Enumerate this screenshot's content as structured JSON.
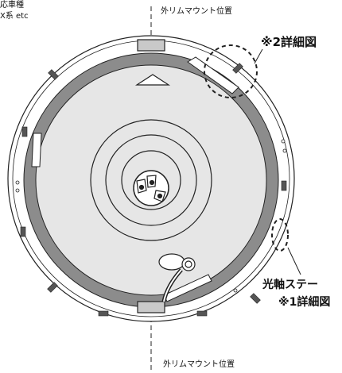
{
  "labels": {
    "top_left_line1": "応車種",
    "top_left_line2": "X系 etc",
    "top_mount": "外リムマウント位置",
    "bottom_mount": "外リムマウント位置",
    "detail2": "※2詳細図",
    "optical_stay": "光軸ステー",
    "detail1": "※1詳細図"
  },
  "colors": {
    "rim": "#8c8c8c",
    "face": "#e6e6e6",
    "line": "#222222"
  }
}
